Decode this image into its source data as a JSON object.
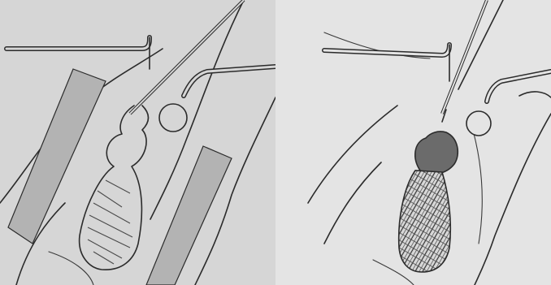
{
  "figure": {
    "panels": [
      {
        "id": "left",
        "rendering": "line-drawing-light-shading"
      },
      {
        "id": "right",
        "rendering": "line-drawing-dark-shading"
      }
    ],
    "colors": {
      "paper": "#d9d9d9",
      "band": "#b3b3b3",
      "ink": "#2b2b2b",
      "dark_fill": "#6b6b6b",
      "light_fill": "#cfcfcf"
    }
  }
}
